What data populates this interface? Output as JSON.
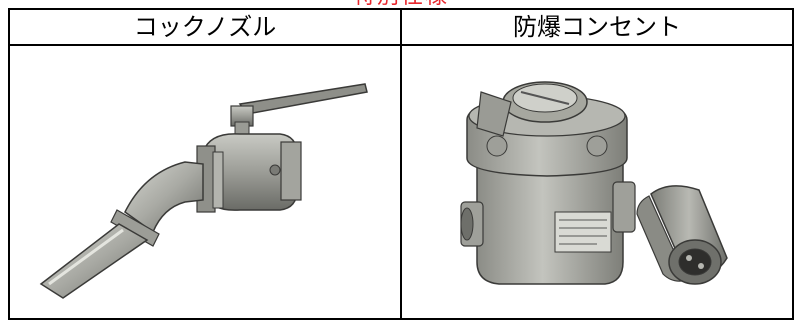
{
  "header": {
    "title": "特別仕様"
  },
  "table": {
    "columns": [
      {
        "label": "コックノズル",
        "image_icon": "cock-nozzle-ball-valve"
      },
      {
        "label": "防爆コンセント",
        "image_icon": "explosion-proof-outlet-and-plug"
      }
    ]
  },
  "colors": {
    "title": "#e8262c",
    "border": "#000000",
    "metal": "#a9aaa4"
  }
}
